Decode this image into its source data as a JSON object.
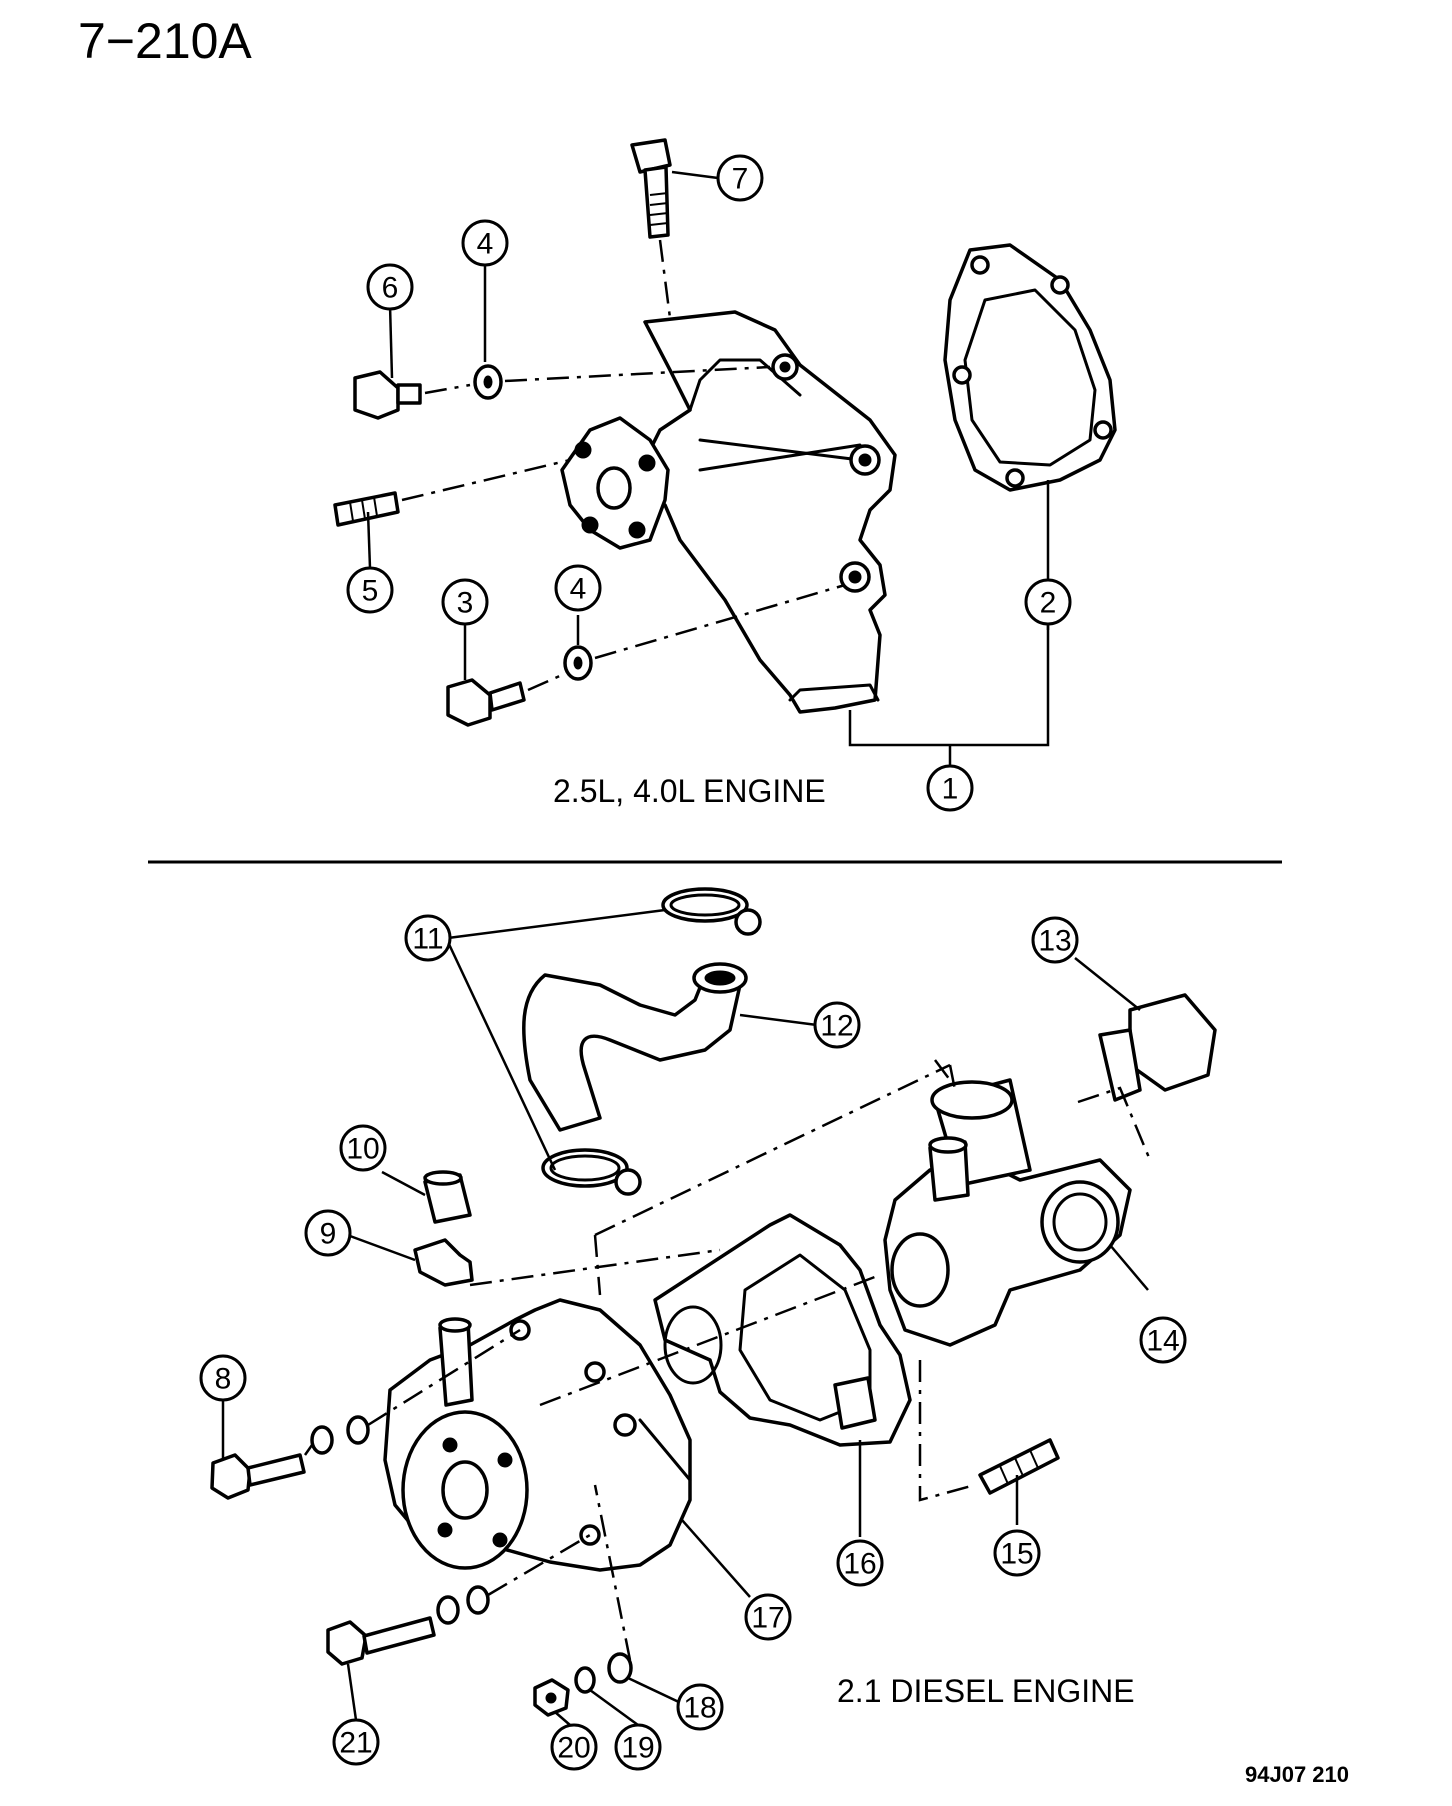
{
  "page_code": "7−210A",
  "ref_code": "94J07 210",
  "sections": [
    {
      "caption": "2.5L, 4.0L ENGINE"
    },
    {
      "caption": "2.1 DIESEL ENGINE"
    }
  ],
  "callouts": [
    {
      "label": "1"
    },
    {
      "label": "2"
    },
    {
      "label": "3"
    },
    {
      "label": "4"
    },
    {
      "label": "4"
    },
    {
      "label": "5"
    },
    {
      "label": "6"
    },
    {
      "label": "7"
    },
    {
      "label": "8"
    },
    {
      "label": "9"
    },
    {
      "label": "10"
    },
    {
      "label": "11"
    },
    {
      "label": "12"
    },
    {
      "label": "13"
    },
    {
      "label": "14"
    },
    {
      "label": "15"
    },
    {
      "label": "16"
    },
    {
      "label": "17"
    },
    {
      "label": "18"
    },
    {
      "label": "19"
    },
    {
      "label": "20"
    },
    {
      "label": "21"
    }
  ]
}
